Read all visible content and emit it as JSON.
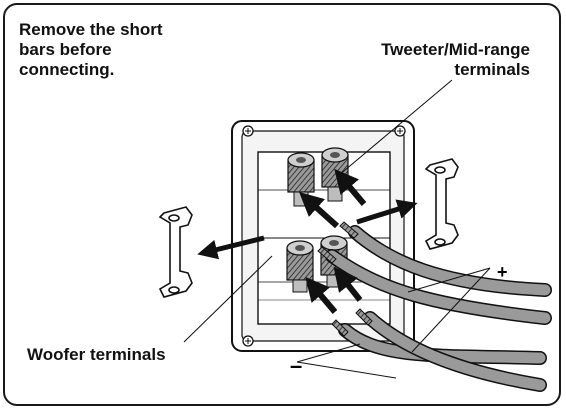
{
  "labels": {
    "remove_note": "Remove the short\nbars before\nconnecting.",
    "tweeter_terminals": "Tweeter/Mid-range\nterminals",
    "woofer_terminals": "Woofer terminals",
    "plus_sign": "+",
    "minus_sign": "–"
  },
  "icons": {
    "short_bar_left": "short-bar-icon",
    "short_bar_right": "short-bar-icon",
    "screw": "screw-icon",
    "terminal_post": "binding-post-icon",
    "cable": "speaker-cable-icon",
    "arrow": "arrow-icon"
  },
  "colors": {
    "outline": "#1a1a1a",
    "plate": "#ffffff",
    "plate_shadow": "#d9d9d9",
    "cable": "#9a9a9a",
    "cable_shade": "#6e6e6e",
    "post": "#8c8c8c"
  }
}
